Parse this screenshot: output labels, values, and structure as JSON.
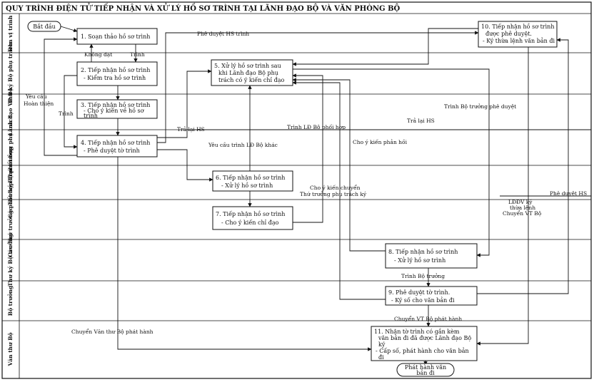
{
  "title": "QUY TRÌNH ĐIỆN TỬ TIẾP NHẬN VÀ XỬ LÝ HỒ SƠ TRÌNH TẠI LÃNH ĐẠO BỘ VÀ VĂN PHÒNG BỘ",
  "lanes": [
    {
      "id": "lane1",
      "label": "Đơn vị trình"
    },
    {
      "id": "lane2",
      "label": "Thư ký Bộ phụ trách"
    },
    {
      "id": "lane3",
      "label": "Lãnh đạo VP Bộ"
    },
    {
      "id": "lane4",
      "label": "Thứ trưởng phụ trách"
    },
    {
      "id": "lane5",
      "label": "Các Thư ký Bộ phối hợp"
    },
    {
      "id": "lane6",
      "label": "Các Thứ trưởng phối hợp"
    },
    {
      "id": "lane7",
      "label": "Thư ký Bộ trưởng"
    },
    {
      "id": "lane8",
      "label": "Bộ trưởng"
    },
    {
      "id": "lane9",
      "label": "Văn thư Bộ"
    }
  ],
  "nodes": [
    {
      "id": "start",
      "lines": [
        "Bắt đầu"
      ]
    },
    {
      "id": "n1",
      "lines": [
        "1. Soạn thảo hồ sơ trình"
      ]
    },
    {
      "id": "n2",
      "lines": [
        "2. Tiếp nhận hồ sơ trình",
        "- Kiểm tra hồ sơ trình"
      ]
    },
    {
      "id": "n3",
      "lines": [
        "3. Tiếp nhận hồ sơ trình",
        "- Cho ý kiến về hồ sơ",
        "trình"
      ]
    },
    {
      "id": "n4",
      "lines": [
        "4. Tiếp nhận hồ sơ trình",
        "- Phê duyệt tờ trình"
      ]
    },
    {
      "id": "n5",
      "lines": [
        "5. Xử lý hồ sơ trình sau",
        "khi Lãnh đạo Bộ phụ",
        "trách có ý kiến chỉ đạo"
      ]
    },
    {
      "id": "n6",
      "lines": [
        "6. Tiếp nhận hồ sơ trình",
        "- Xử lý hồ sơ trình"
      ]
    },
    {
      "id": "n7",
      "lines": [
        "7. Tiếp nhận hồ sơ trình",
        "- Cho ý kiến chỉ đạo"
      ]
    },
    {
      "id": "n8",
      "lines": [
        "8. Tiếp nhận hồ sơ trình",
        "- Xử lý hồ sơ trình"
      ]
    },
    {
      "id": "n9",
      "lines": [
        "9. Phê duyệt tờ trình.",
        "- Ký số cho văn bản đi"
      ]
    },
    {
      "id": "n10",
      "lines": [
        "10. Tiếp nhận hồ sơ trình",
        "được phê duyệt.",
        "- Ký thừa lệnh văn bản đi"
      ]
    },
    {
      "id": "n11",
      "lines": [
        "11. Nhận tờ trình có gắn kèm",
        "văn bản đi đã được Lãnh đạo Bộ",
        "ký",
        "- Cấp số, phát hành cho văn bản",
        "đi"
      ]
    },
    {
      "id": "end",
      "lines": [
        "Phát hành văn",
        "bản đi"
      ]
    }
  ],
  "labels": [
    {
      "id": "lbl_khong_dat",
      "text": "Không đạt"
    },
    {
      "id": "lbl_trinh_1",
      "text": "Trình"
    },
    {
      "id": "lbl_yeu_cau_1",
      "text": "Yêu cầu"
    },
    {
      "id": "lbl_yeu_cau_2",
      "text": "Hoàn thiện"
    },
    {
      "id": "lbl_trinh_2",
      "text": "Trình"
    },
    {
      "id": "lbl_phe_duyet_hs",
      "text": "Phê duyệt HS trình"
    },
    {
      "id": "lbl_tra_lai_hs_1",
      "text": "Trả lại HS"
    },
    {
      "id": "lbl_trinh_ld_phoi_hop",
      "text": "Trình LĐ Bộ phối hợp"
    },
    {
      "id": "lbl_yeu_cau_ld_khac",
      "text": "Yêu cầu trình LĐ Bộ khác"
    },
    {
      "id": "lbl_tra_lai_hs_2",
      "text": "Trả lại HS"
    },
    {
      "id": "lbl_trinh_bt_phe_duyet",
      "text": "Trình Bộ trưởng phê duyệt"
    },
    {
      "id": "lbl_cho_y_kien_phan_hoi",
      "text": "Cho ý kiến phản hồi"
    },
    {
      "id": "lbl_cho_y_kien_chuyen_1",
      "text": "Cho ý kiến chuyển"
    },
    {
      "id": "lbl_cho_y_kien_chuyen_2",
      "text": "Thứ trưởng phụ trách ký"
    },
    {
      "id": "lbl_phe_duyet_hs_2",
      "text": "Phê duyệt HS"
    },
    {
      "id": "lbl_lddv_1",
      "text": "LĐĐV ký"
    },
    {
      "id": "lbl_lddv_2",
      "text": "thừa lệnh"
    },
    {
      "id": "lbl_lddv_3",
      "text": "Chuyển VT Bộ"
    },
    {
      "id": "lbl_trinh_bo_truong",
      "text": "Trình Bộ trưởng"
    },
    {
      "id": "lbl_chuyen_vt_bo",
      "text": "Chuyển VT Bộ phát hành"
    },
    {
      "id": "lbl_chuyen_van_thu",
      "text": "Chuyển Văn thư Bộ phát hành"
    }
  ]
}
